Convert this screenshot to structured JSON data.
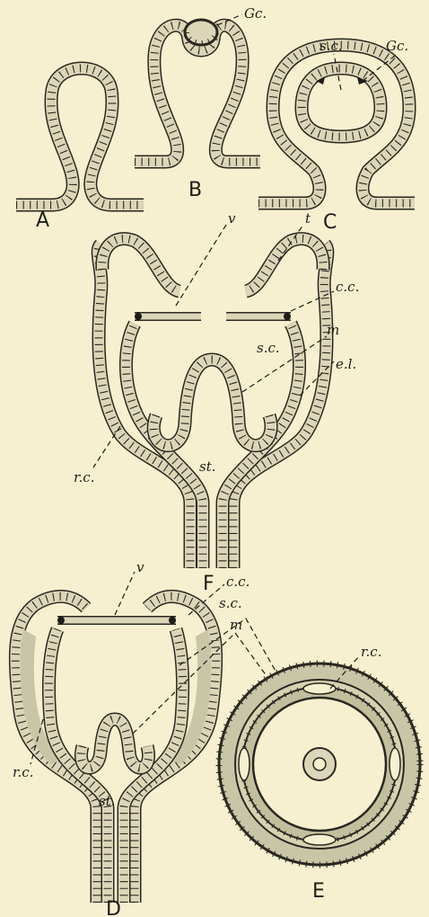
{
  "figure": {
    "panels": {
      "A": "A",
      "B": "B",
      "C": "C",
      "F": "F",
      "D": "D",
      "E": "E"
    },
    "labels": {
      "Gc_b": "Gc.",
      "sc_c": "s.c.",
      "Gc_c": "Gc.",
      "v_f": "v",
      "t_f": "t",
      "cc_f": "c.c.",
      "sc_f": "s.c.",
      "m_f": "m",
      "el_f": "e.l.",
      "rc_f": "r.c.",
      "st_f": "st.",
      "v_d": "v",
      "cc_d": "c.c.",
      "sc_de": "s.c.",
      "m_de": "m",
      "rc_e": "r.c.",
      "rc_d": "r.c.",
      "st_d": "st."
    }
  }
}
